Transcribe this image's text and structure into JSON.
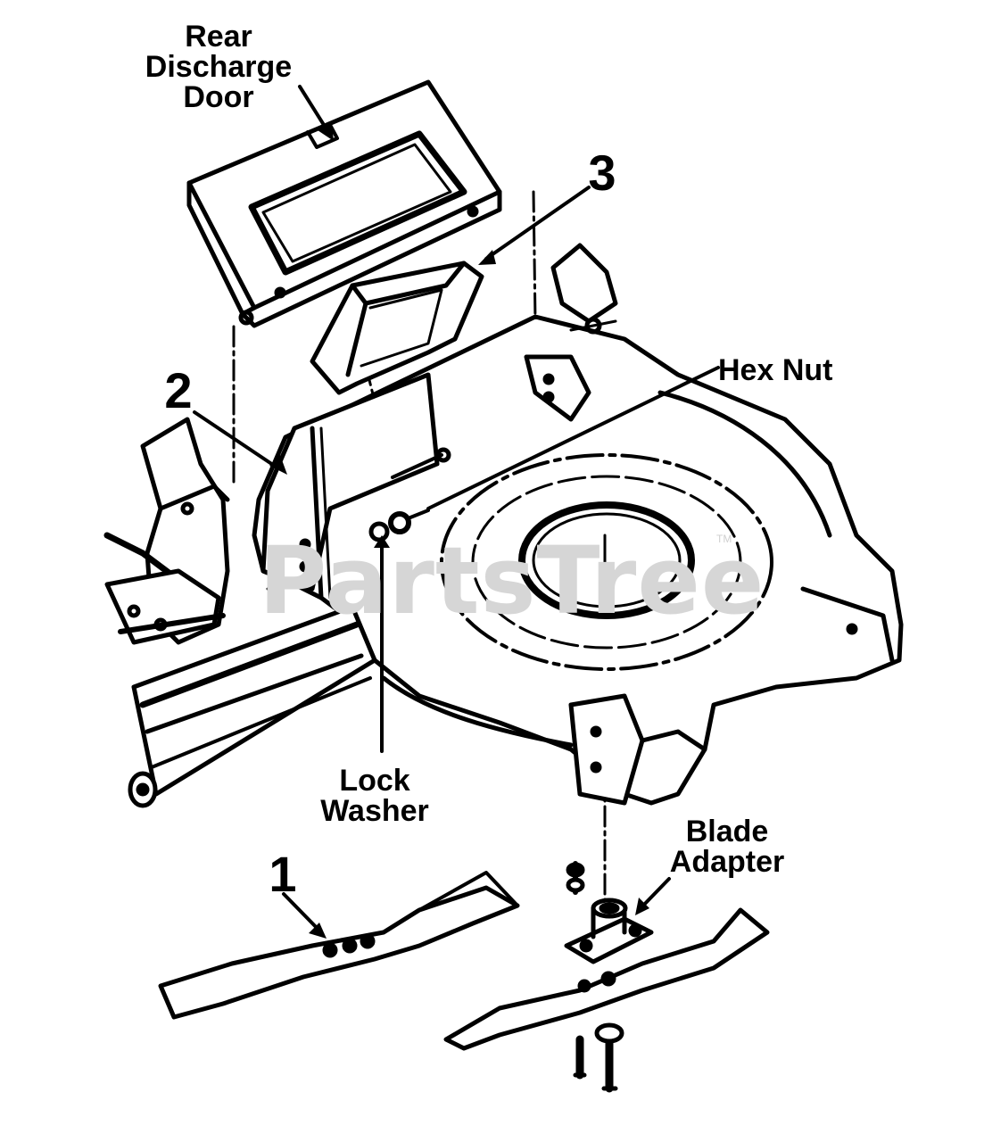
{
  "labels": {
    "rear_discharge_door": [
      "Rear",
      "Discharge",
      "Door"
    ],
    "hex_nut": "Hex Nut",
    "lock_washer": [
      "Lock",
      "Washer"
    ],
    "blade_adapter": [
      "Blade",
      "Adapter"
    ],
    "callout_1": "1",
    "callout_2": "2",
    "callout_3": "3"
  },
  "watermark": {
    "text": "PartsTree",
    "trademark": "TM"
  },
  "colors": {
    "ink": "#000000",
    "paper": "#ffffff",
    "watermark": "#d6d6d6"
  }
}
